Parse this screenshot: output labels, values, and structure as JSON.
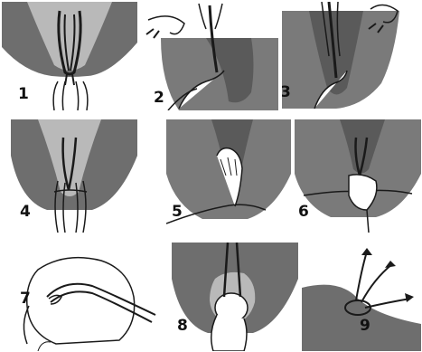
{
  "figure": {
    "description_free": true,
    "steps": [
      {
        "label": "1"
      },
      {
        "label": "2"
      },
      {
        "label": "3"
      },
      {
        "label": "4"
      },
      {
        "label": "5"
      },
      {
        "label": "6"
      },
      {
        "label": "7"
      },
      {
        "label": "8"
      },
      {
        "label": "9"
      }
    ]
  },
  "colors": {
    "skin_dark": "#6e6e6e",
    "skin_light": "#b9b9b9",
    "line": "#1a1a1a",
    "background": "#ffffff"
  }
}
